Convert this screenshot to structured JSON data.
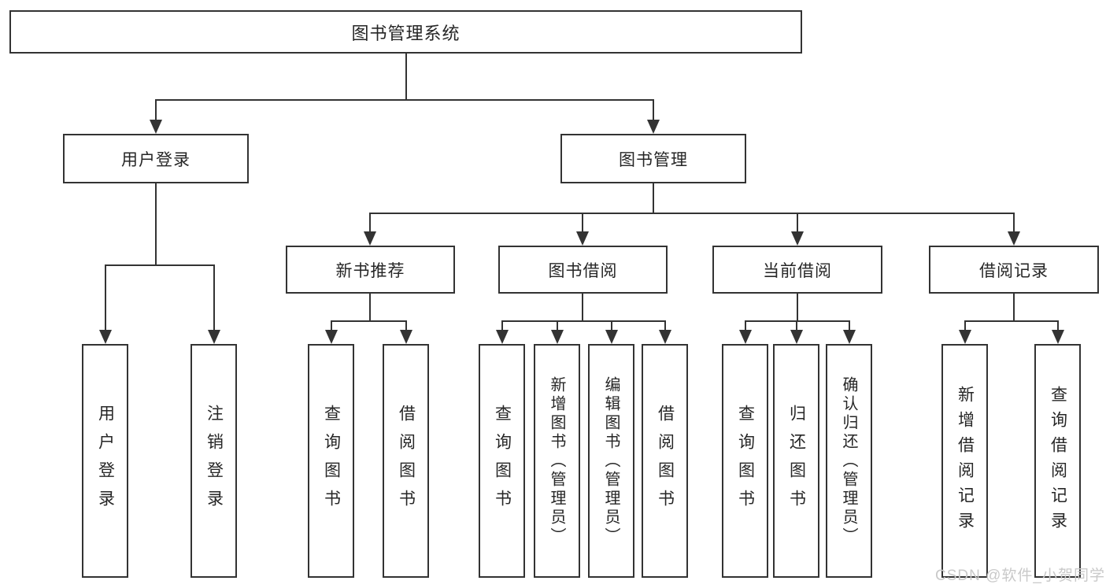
{
  "diagram": {
    "root": {
      "label": "图书管理系统"
    },
    "branches": [
      {
        "label": "用户登录",
        "leaves": [
          "用户登录",
          "注销登录"
        ]
      },
      {
        "label": "图书管理",
        "groups": [
          {
            "label": "新书推荐",
            "leaves": [
              "查询图书",
              "借阅图书"
            ]
          },
          {
            "label": "图书借阅",
            "leaves": [
              "查询图书",
              "新增图书（管理员）",
              "编辑图书（管理员）",
              "借阅图书"
            ]
          },
          {
            "label": "当前借阅",
            "leaves": [
              "查询图书",
              "归还图书",
              "确认归还（管理员）"
            ]
          },
          {
            "label": "借阅记录",
            "leaves": [
              "新增借阅记录",
              "查询借阅记录"
            ]
          }
        ]
      }
    ]
  },
  "watermark": {
    "text": "CSDN @软件_小贺同学",
    "color": "#c9c9c9"
  },
  "colors": {
    "line": "#333333",
    "box_border": "#333333",
    "text": "#262626",
    "background": "#ffffff"
  }
}
